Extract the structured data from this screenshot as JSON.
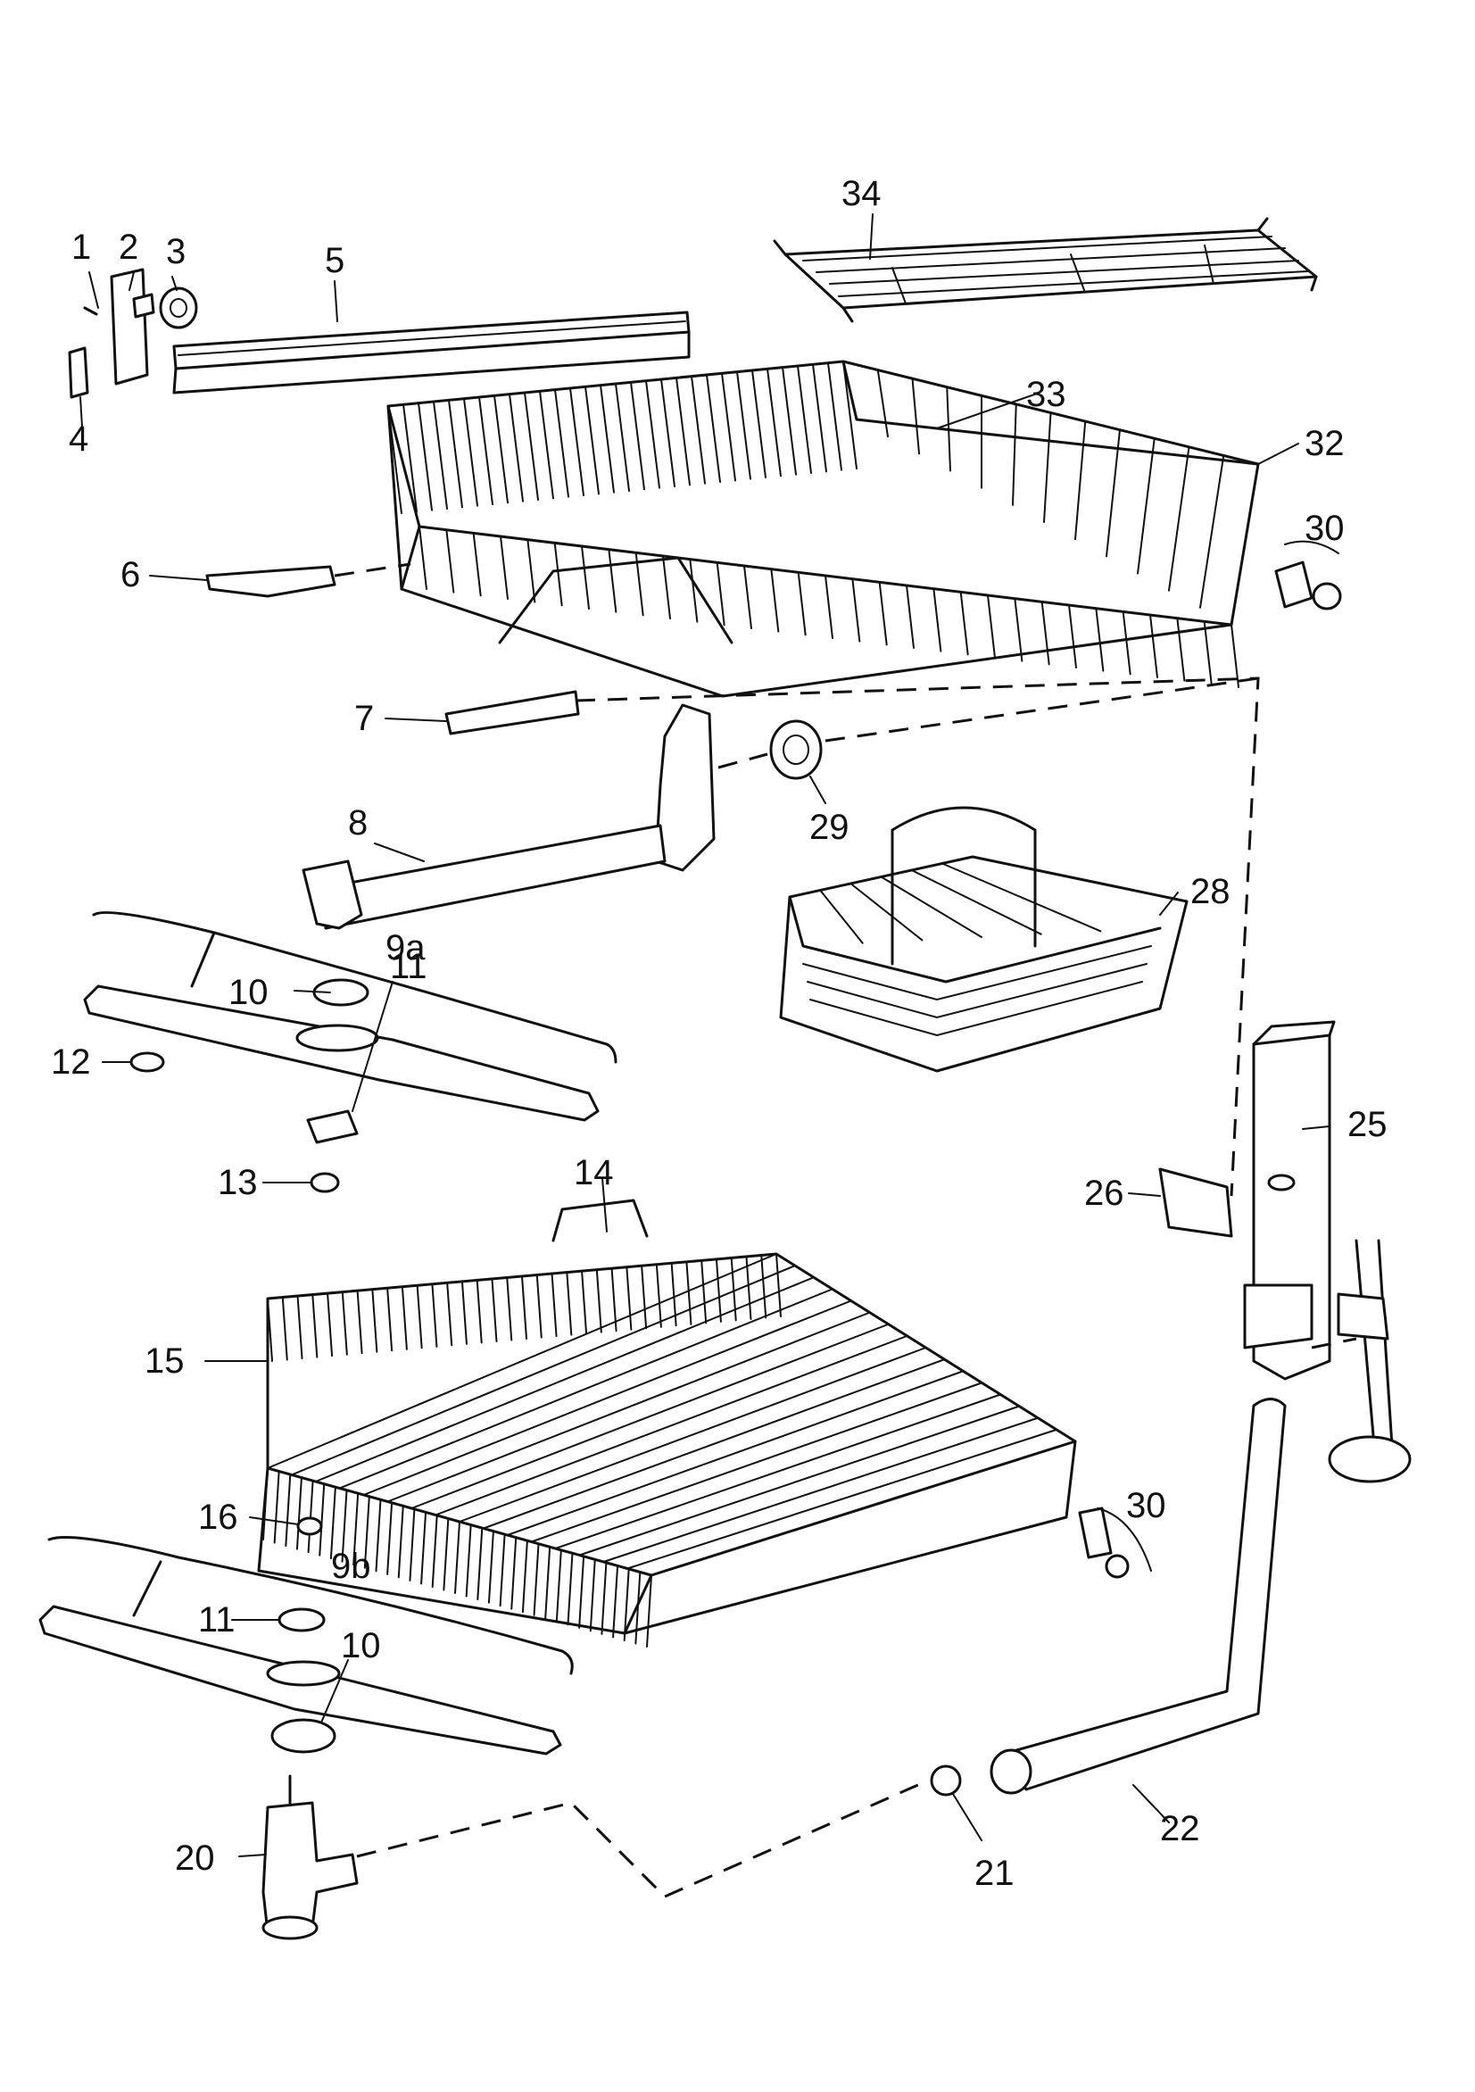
{
  "labels": {
    "l1": "1",
    "l2": "2",
    "l3": "3",
    "l4": "4",
    "l5": "5",
    "l6": "6",
    "l7": "7",
    "l8": "8",
    "l9a": "9a",
    "l9b": "9b",
    "l10a": "10",
    "l10b": "10",
    "l11a": "11",
    "l11b": "11",
    "l12": "12",
    "l13": "13",
    "l14": "14",
    "l15": "15",
    "l16": "16",
    "l20": "20",
    "l21": "21",
    "l22": "22",
    "l25": "25",
    "l26": "26",
    "l28": "28",
    "l29": "29",
    "l30a": "30",
    "l30b": "30",
    "l32": "32",
    "l33": "33",
    "l34": "34"
  }
}
